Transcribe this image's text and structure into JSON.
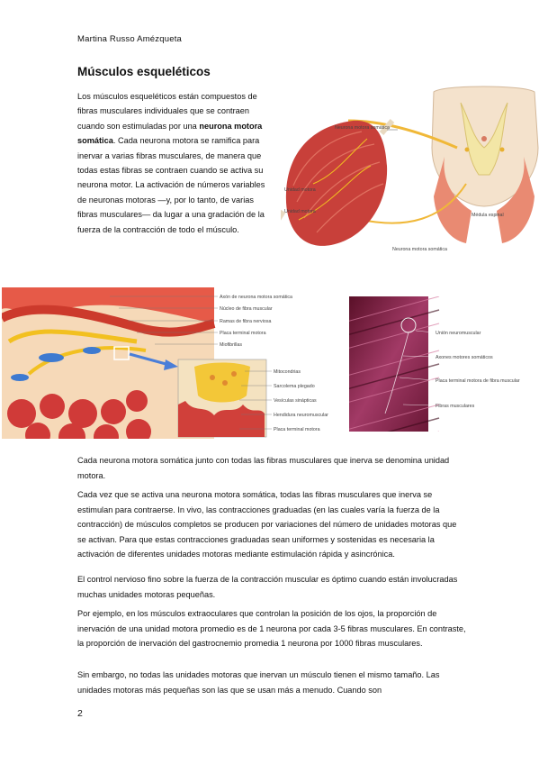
{
  "header": {
    "author": "Martina Russo Amézqueta"
  },
  "section": {
    "title": "Músculos esqueléticos",
    "intro_before": "Los músculos esqueléticos están compuestos de fibras musculares individuales que se contraen cuando son estimuladas por una ",
    "intro_bold": "neurona motora somática",
    "intro_after": ". Cada neurona motora se ramifica para inervar a varias fibras musculares, de manera que todas estas fibras se contraen cuando se activa su neurona motor. La activación de números variables de neuronas motoras —y, por lo tanto, de varias fibras musculares— da lugar a una gradación de la fuerza de la contracción de todo el músculo."
  },
  "figure1": {
    "labels": {
      "top": "Neurona motora somática",
      "unit1": "Unidad motora",
      "unit2": "Unidad motora",
      "cord": "Médula espinal",
      "bottom": "Neurona motora somática"
    }
  },
  "figure2": {
    "labels": [
      "Axón de neurona motora somática",
      "Núcleo de fibra muscular",
      "Ramas de fibra nerviosa",
      "Placa terminal motora",
      "Miofibrillas"
    ],
    "inset_labels": [
      "Mitocondrias",
      "Sarcolema plegado",
      "Vesículas sinápticas",
      "Hendidura neuromuscular",
      "Placa terminal motora"
    ]
  },
  "figure3": {
    "labels": [
      "Unión neuromuscular",
      "Axones motores somáticos",
      "Placa terminal motora de fibra muscular",
      "Fibras musculares"
    ]
  },
  "paragraphs": [
    "Cada neurona motora somática junto con todas las fibras musculares que inerva se denomina unidad motora.",
    "Cada vez que se activa una neurona motora somática, todas las fibras musculares que inerva se estimulan para contraerse. In vivo, las contracciones graduadas (en las cuales varía la fuerza de la contracción) de músculos completos se producen por variaciones del número de unidades motoras que se activan. Para que estas contracciones graduadas sean uniformes y sostenidas es necesaria la activación de diferentes unidades motoras mediante estimulación rápida y asincrónica.",
    "El control nervioso fino sobre la fuerza de la contracción muscular es óptimo cuando están involucradas muchas unidades motoras pequeñas.",
    "Por ejemplo, en los músculos extraoculares que controlan la posición de los ojos, la proporción de inervación de una unidad motora promedio es de 1 neurona por cada 3-5 fibras musculares. En contraste, la proporción de inervación del gastrocnemio promedia 1 neurona por 1000 fibras musculares.",
    "Sin embargo, no todas las unidades motoras que inervan un músculo tienen el mismo tamaño. Las unidades motoras más pequeñas son las que se usan más a menudo. Cuando son"
  ],
  "footer": {
    "page_number": "2"
  },
  "colors": {
    "muscle": "#c8403a",
    "nerve": "#f2c020",
    "fat": "#f3d29a",
    "bone": "#f0ddc4",
    "text": "#111111"
  }
}
